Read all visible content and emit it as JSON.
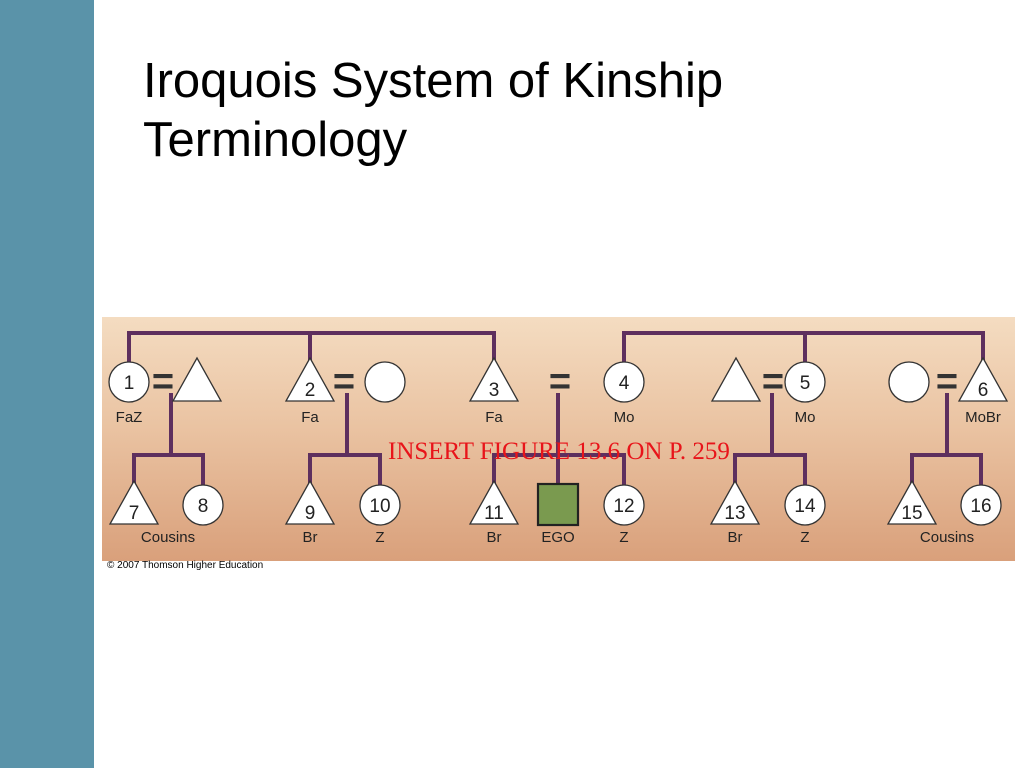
{
  "slide": {
    "title_line1": "Iroquois System of Kinship",
    "title_line2": "Terminology",
    "insert_note": "INSERT FIGURE 13.6 ON P. 259",
    "credit": "© 2007 Thomson Higher Education"
  },
  "colors": {
    "sidebar": "#5a93a9",
    "figure_bg_top": "#f4dcc1",
    "figure_bg_bottom": "#d9a07b",
    "line": "#5e2f5e",
    "ego_fill": "#7a9a4f",
    "insert_note": "#e8141a"
  },
  "diagram": {
    "parents": [
      {
        "number": "1",
        "shape": "circle",
        "term": "FaZ"
      },
      {
        "shape": "triangle"
      },
      {
        "number": "2",
        "shape": "triangle",
        "term": "Fa"
      },
      {
        "shape": "circle"
      },
      {
        "number": "3",
        "shape": "triangle",
        "term": "Fa"
      },
      {
        "number": "4",
        "shape": "circle",
        "term": "Mo"
      },
      {
        "shape": "triangle"
      },
      {
        "number": "5",
        "shape": "circle",
        "term": "Mo"
      },
      {
        "shape": "circle"
      },
      {
        "number": "6",
        "shape": "triangle",
        "term": "MoBr"
      }
    ],
    "children": [
      {
        "number": "7",
        "shape": "triangle"
      },
      {
        "number": "8",
        "shape": "circle"
      },
      {
        "number": "9",
        "shape": "triangle",
        "term": "Br"
      },
      {
        "number": "10",
        "shape": "circle",
        "term": "Z"
      },
      {
        "number": "11",
        "shape": "triangle",
        "term": "Br"
      },
      {
        "shape": "square",
        "term": "EGO"
      },
      {
        "number": "12",
        "shape": "circle",
        "term": "Z"
      },
      {
        "number": "13",
        "shape": "triangle",
        "term": "Br"
      },
      {
        "number": "14",
        "shape": "circle",
        "term": "Z"
      },
      {
        "number": "15",
        "shape": "triangle"
      },
      {
        "number": "16",
        "shape": "circle"
      }
    ],
    "group_labels": [
      "Cousins",
      "Cousins"
    ],
    "marriage_sign": "="
  }
}
